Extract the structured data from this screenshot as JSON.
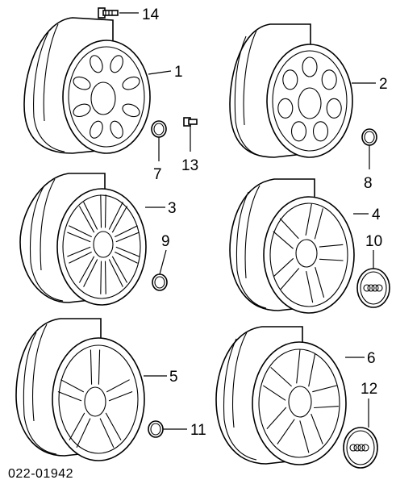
{
  "drawing_code": "022-01942",
  "parts": [
    {
      "ref": "1"
    },
    {
      "ref": "2"
    },
    {
      "ref": "3"
    },
    {
      "ref": "4"
    },
    {
      "ref": "5"
    },
    {
      "ref": "6"
    },
    {
      "ref": "7"
    },
    {
      "ref": "8"
    },
    {
      "ref": "9"
    },
    {
      "ref": "10"
    },
    {
      "ref": "11"
    },
    {
      "ref": "12"
    },
    {
      "ref": "13"
    },
    {
      "ref": "14"
    }
  ]
}
